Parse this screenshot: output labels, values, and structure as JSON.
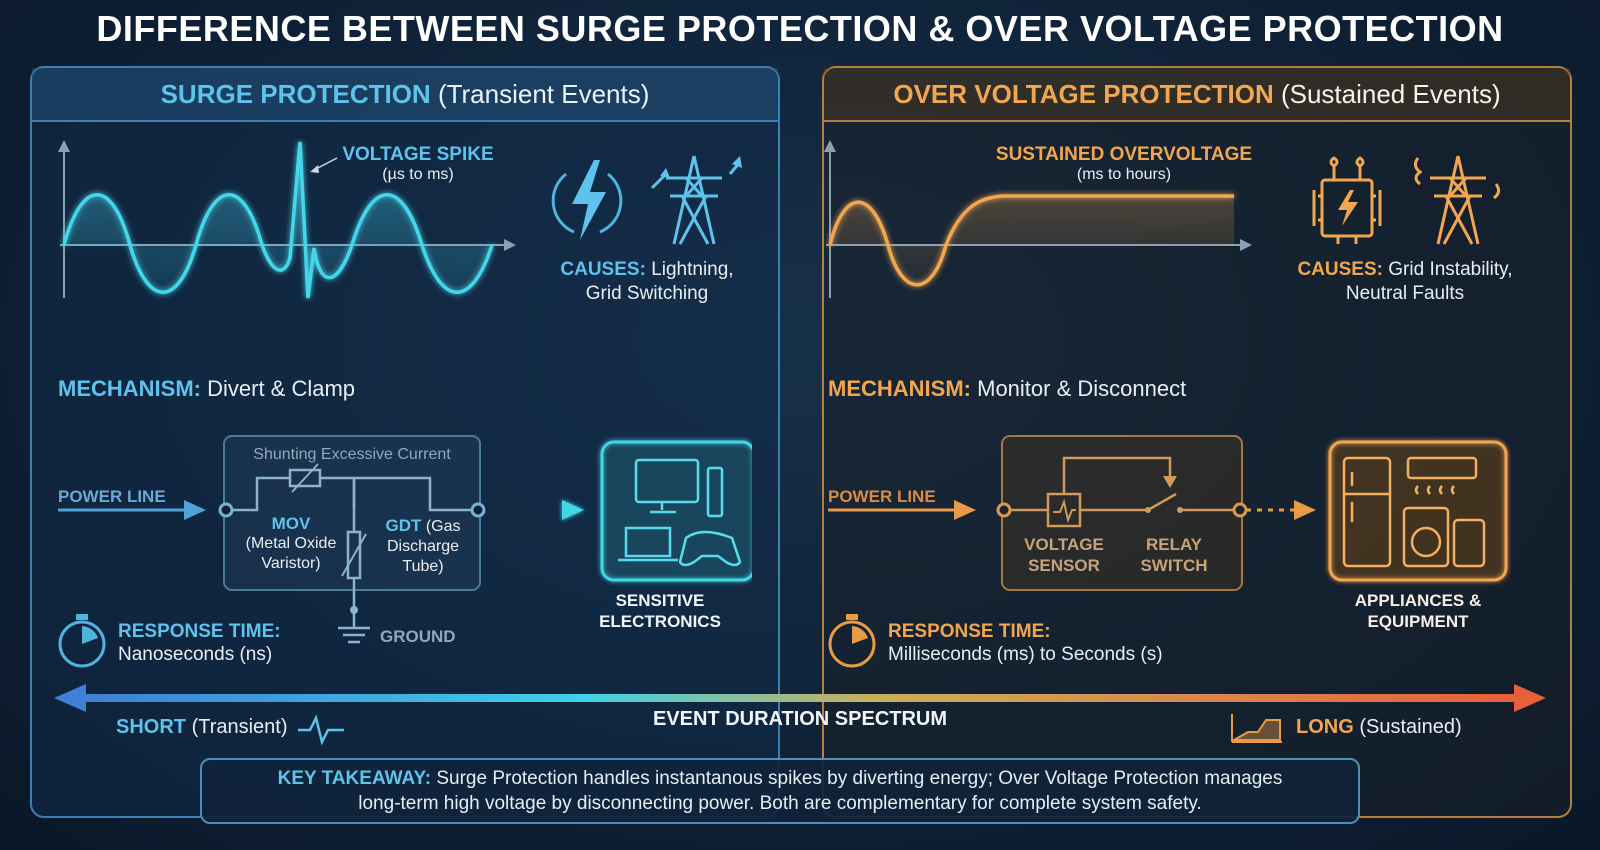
{
  "title": "DIFFERENCE BETWEEN SURGE PROTECTION & OVER VOLTAGE PROTECTION",
  "colors": {
    "surge_accent": "#5ec3ec",
    "ovp_accent": "#f2a650",
    "background": "#0f2238"
  },
  "surge": {
    "header_highlight": "SURGE PROTECTION",
    "header_rest": "(Transient Events)",
    "spike_label": "VOLTAGE SPIKE",
    "spike_duration": "(µs to ms)",
    "causes_label": "CAUSES:",
    "causes_line1": "Lightning,",
    "causes_line2": "Grid Switching",
    "mechanism_label": "MECHANISM:",
    "mechanism_value": "Divert & Clamp",
    "circuit_caption": "Shunting Excessive Current",
    "power_line": "POWER LINE",
    "mov_title": "MOV",
    "mov_line1": "(Metal Oxide",
    "mov_line2": "Varistor)",
    "gdt_title": "GDT",
    "gdt_line1": "(Gas",
    "gdt_line2": "Discharge",
    "gdt_line3": "Tube)",
    "ground": "GROUND",
    "device_line1": "SENSITIVE",
    "device_line2": "ELECTRONICS",
    "response_label": "RESPONSE TIME:",
    "response_value": "Nanoseconds (ns)",
    "icons": [
      "lightning-icon",
      "transmission-tower-icon",
      "stopwatch-icon",
      "monitor-icon",
      "laptop-icon",
      "gamepad-icon"
    ]
  },
  "ovp": {
    "header_highlight": "OVER VOLTAGE PROTECTION",
    "header_rest": "(Sustained Events)",
    "sustained_label": "SUSTAINED OVERVOLTAGE",
    "sustained_duration": "(ms to hours)",
    "causes_label": "CAUSES:",
    "causes_line1": "Grid Instability,",
    "causes_line2": "Neutral Faults",
    "mechanism_label": "MECHANISM:",
    "mechanism_value": "Monitor & Disconnect",
    "power_line": "POWER LINE",
    "sensor_line1": "VOLTAGE",
    "sensor_line2": "SENSOR",
    "relay_line1": "RELAY",
    "relay_line2": "SWITCH",
    "device_line1": "APPLIANCES &",
    "device_line2": "EQUIPMENT",
    "response_label": "RESPONSE TIME:",
    "response_value": "Milliseconds (ms) to Seconds (s)",
    "icons": [
      "transformer-icon",
      "transmission-tower-icon",
      "stopwatch-icon",
      "refrigerator-icon",
      "air-conditioner-icon",
      "washing-machine-icon"
    ]
  },
  "spectrum": {
    "title": "EVENT DURATION SPECTRUM",
    "short_label": "SHORT",
    "short_note": "(Transient)",
    "long_label": "LONG",
    "long_note": "(Sustained)"
  },
  "takeaway": {
    "label": "KEY TAKEAWAY:",
    "line1_rest": "Surge Protection handles instantanous spikes by diverting energy; Over Voltage Protection manages",
    "line2": "long-term high voltage by disconnecting power. Both are complementary for complete system safety."
  }
}
